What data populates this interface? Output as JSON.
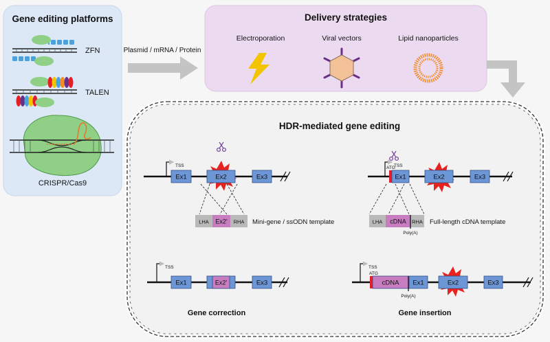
{
  "platforms": {
    "title": "Gene editing platforms",
    "zfn": "ZFN",
    "talen": "TALEN",
    "crispr": "CRISPR/Cas9"
  },
  "arrow_label": "Plasmid / mRNA / Protein",
  "delivery": {
    "title": "Delivery strategies",
    "electroporation": "Electroporation",
    "viral": "Viral vectors",
    "lipid": "Lipid nanoparticles"
  },
  "hdr": {
    "title": "HDR-mediated gene editing",
    "tss": "TSS",
    "atg": "ATG",
    "ex1": "Ex1",
    "ex2": "Ex2",
    "ex3": "Ex3",
    "ex2_prime": "Ex2'",
    "lha": "LHA",
    "rha": "RHA",
    "cdna": "cDNA",
    "polya": "Poly(A)",
    "minigene_label": "Mini-gene / ssODN template",
    "fulllength_label": "Full-length cDNA template",
    "gene_correction": "Gene correction",
    "gene_insertion": "Gene insertion"
  },
  "colors": {
    "exon": "#6d96d6",
    "exon_stroke": "#2f4f8a",
    "homology": "#b9b9b9",
    "edited": "#c77dc0",
    "atg": "#e3202a",
    "cut": "#e8231f",
    "platform_bg": "#dce8f6",
    "delivery_bg": "#ecdaf0",
    "hdr_bg": "#f2f2f2",
    "zfn_blue": "#4aa3dd",
    "nuclease_green": "#8fcf86",
    "lightning": "#f3c400",
    "capsid": "#f2c197",
    "capsid_spike": "#6a2f86",
    "lipid": "#f28c28"
  }
}
